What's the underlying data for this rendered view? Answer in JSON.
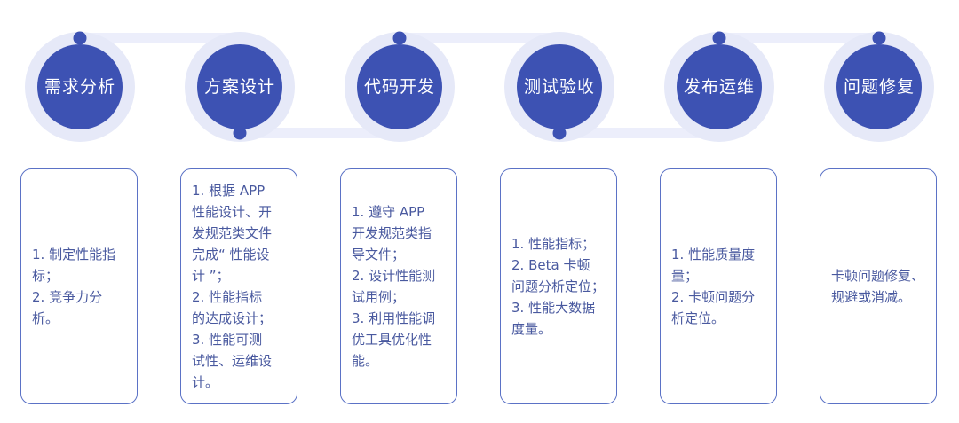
{
  "colors": {
    "track": "#eceefb",
    "ring": "#e6e9f8",
    "circle": "#3d52b3",
    "dot": "#3d52b3",
    "box_border": "#5b72c6",
    "box_text": "#49599f"
  },
  "steps": [
    {
      "label": "需求分析",
      "desc": "1. 制定性能指\n标；\n2. 竞争力分\n析。"
    },
    {
      "label": "方案设计",
      "desc": "1. 根据 APP\n性能设计、开\n发规范类文件\n完成“ 性能设\n计 ”；\n2. 性能指标\n的达成设计；\n3. 性能可测\n试性、运维设\n计。"
    },
    {
      "label": "代码开发",
      "desc": "1. 遵守 APP\n开发规范类指\n导文件；\n2. 设计性能测\n试用例；\n3. 利用性能调\n优工具优化性\n能。"
    },
    {
      "label": "测试验收",
      "desc": "1. 性能指标；\n2. Beta 卡顿\n问题分析定位；\n3. 性能大数据\n度量。"
    },
    {
      "label": "发布运维",
      "desc": "1. 性能质量度\n量；\n2. 卡顿问题分\n析定位。"
    },
    {
      "label": "问题修复",
      "desc": "卡顿问题修复、\n规避或消减。"
    }
  ]
}
